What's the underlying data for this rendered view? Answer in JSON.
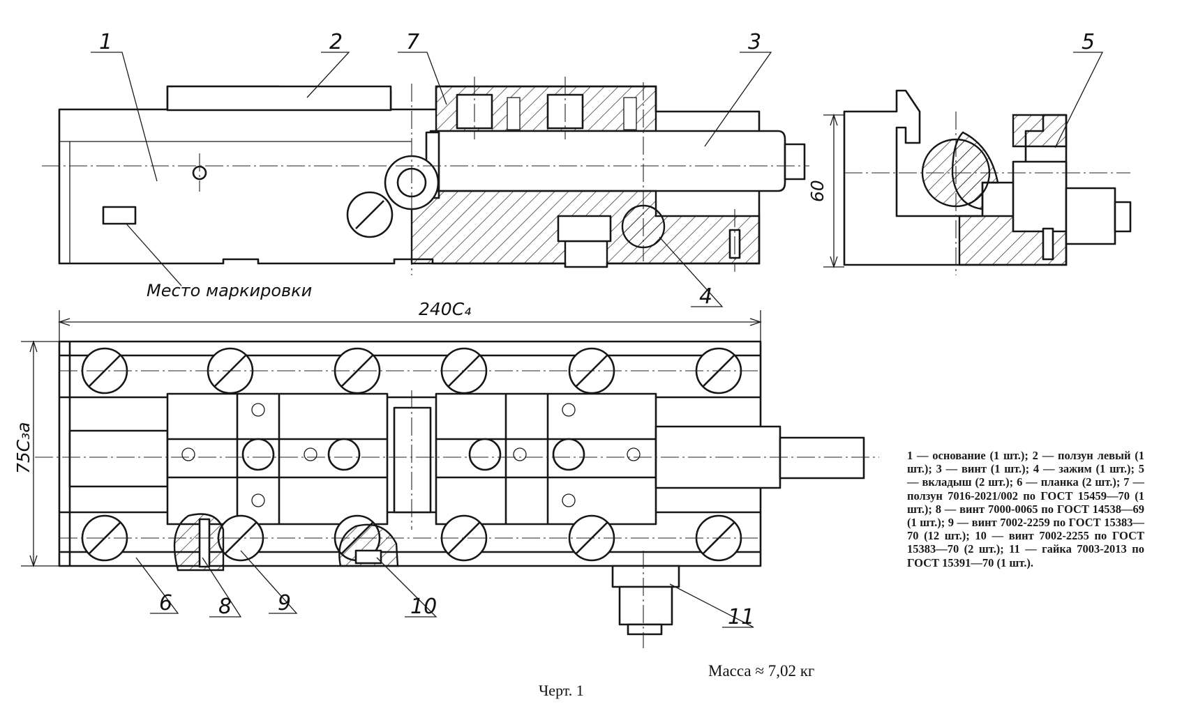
{
  "labels": {
    "n1": "1",
    "n2": "2",
    "n3": "3",
    "n4": "4",
    "n5": "5",
    "n6": "6",
    "n7": "7",
    "n8": "8",
    "n9": "9",
    "n10": "10",
    "n11": "11"
  },
  "marking_place": "Место маркировки",
  "dimensions": {
    "length": "240C₄",
    "width": "75C₃а",
    "height": "60"
  },
  "legend": "1 — основание (1 шт.); 2 — ползун левый (1 шт.); 3 — винт (1 шт.); 4 — зажим (1 шт.); 5 — вкладыш (2 шт.); 6 — планка (2 шт.); 7 — ползун 7016-2021/002 по ГОСТ 15459—70 (1 шт.); 8 — винт 7000-0065 по ГОСТ 14538—69 (1 шт.); 9 — винт 7002-2259 по ГОСТ 15383—70 (12 шт.); 10 — винт 7002-2255 по ГОСТ 15383—70 (2 шт.); 11 — гайка 7003-2013 по ГОСТ 15391—70 (1 шт.).",
  "mass": "Масса ≈ 7,02 кг",
  "caption": "Черт. 1"
}
